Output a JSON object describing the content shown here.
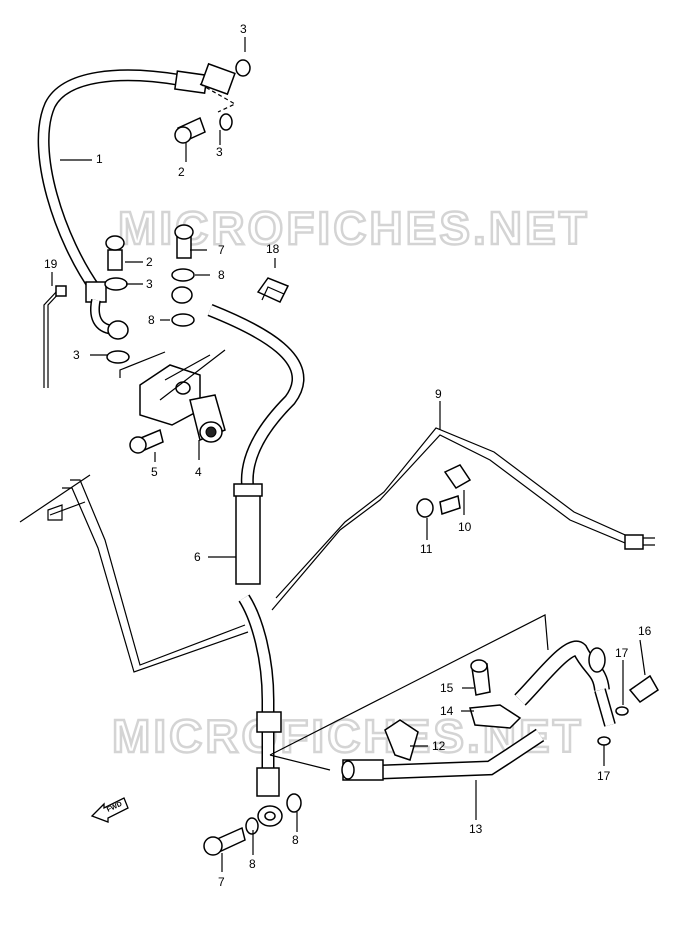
{
  "watermark": "MICROFICHES.NET",
  "fwd_label": "FWD",
  "callouts": {
    "c1": "1",
    "c2a": "2",
    "c2b": "2",
    "c3a": "3",
    "c3b": "3",
    "c3c": "3",
    "c3d": "3",
    "c4": "4",
    "c5": "5",
    "c6": "6",
    "c7a": "7",
    "c7b": "7",
    "c8a": "8",
    "c8b": "8",
    "c8c": "8",
    "c8d": "8",
    "c9": "9",
    "c10": "10",
    "c11": "11",
    "c12": "12",
    "c13": "13",
    "c14": "14",
    "c15": "15",
    "c16": "16",
    "c17a": "17",
    "c17b": "17",
    "c18": "18",
    "c19": "19"
  }
}
